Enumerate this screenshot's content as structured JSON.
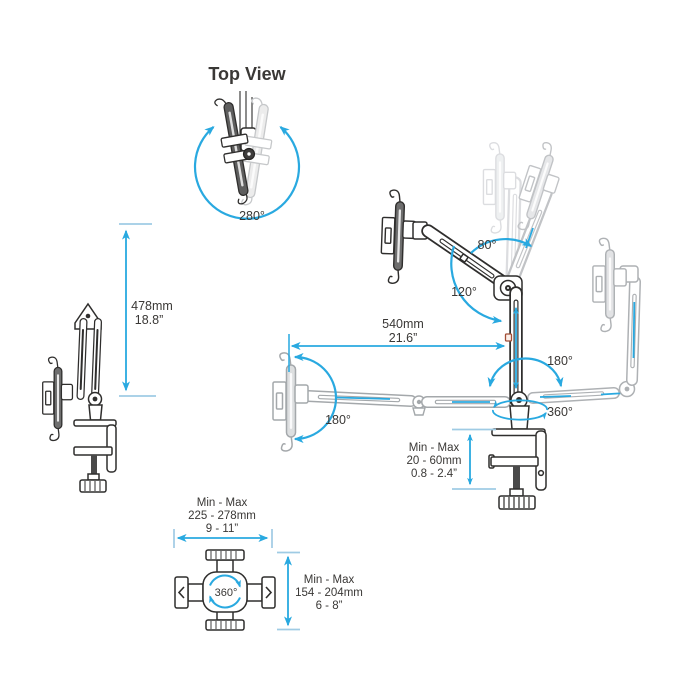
{
  "colors": {
    "blue": "#29a9e0",
    "dark": "#2f2e2d",
    "ghost": "#b3b6b9",
    "text": "#3a3836"
  },
  "top_view": {
    "title": "Top View",
    "rotation": "280°"
  },
  "side_view": {
    "height_mm": "478mm",
    "height_in": "18.8”"
  },
  "main_view": {
    "arm_tilt_up": "80°",
    "arm_tilt_down": "120°",
    "arm_length_mm": "540mm",
    "arm_length_in": "21.6”",
    "arm_swivel": "180°",
    "base_rotation": "360°",
    "holder_tilt": "180°",
    "clamp_range": {
      "label": "Min - Max",
      "mm": "20 - 60mm",
      "in": "0.8 - 2.4”"
    }
  },
  "bottom_view": {
    "rotation": "360°",
    "width_range": {
      "label": "Min - Max",
      "mm": "225 - 278mm",
      "in": "9 - 11”"
    },
    "depth_range": {
      "label": "Min - Max",
      "mm": "154 - 204mm",
      "in": "6 - 8”"
    }
  }
}
